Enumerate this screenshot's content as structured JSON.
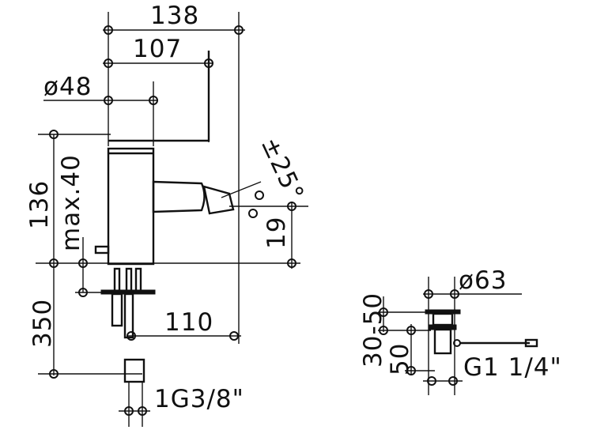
{
  "dimensions": {
    "width_138": "138",
    "width_107": "107",
    "dia_48": "ø48",
    "height_136": "136",
    "max_40": "max.40",
    "angle_25": "±25°",
    "height_19": "19",
    "depth_350": "350",
    "reach_110": "110",
    "thread_g38": "1G3/8\"",
    "drain_3050": "30-50",
    "dia_63": "ø63",
    "drain_50": "50",
    "thread_g14": "G1 1/4\""
  },
  "colors": {
    "line": "#111111",
    "background": "#ffffff"
  }
}
